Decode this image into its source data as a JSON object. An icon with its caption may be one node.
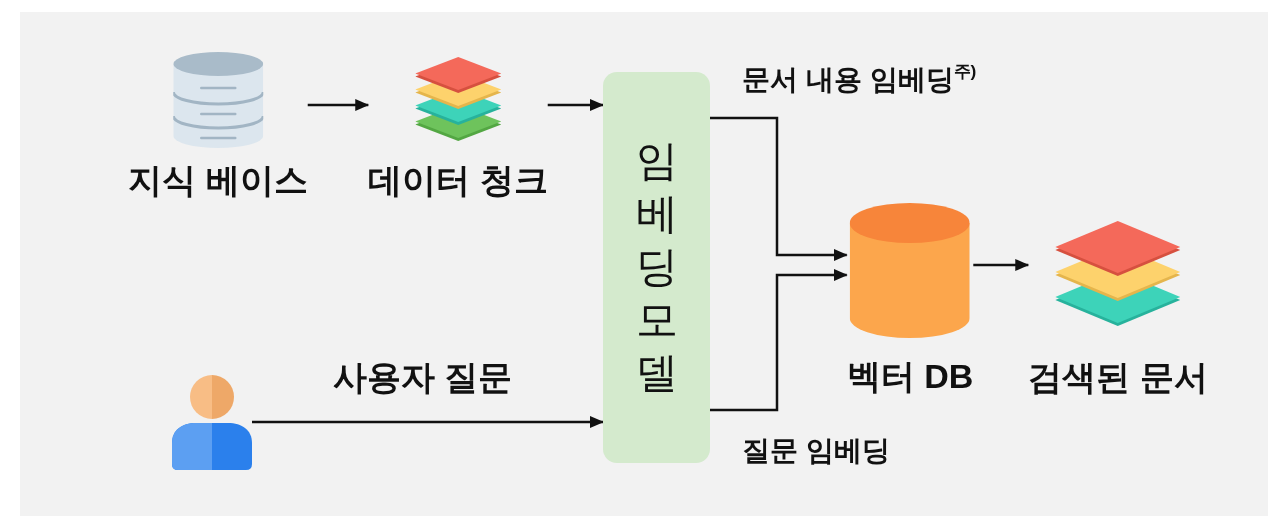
{
  "diagram": {
    "nodes": [
      {
        "text": [
          "지식 베이스"
        ]
      },
      {
        "text": [
          "데이터 청크"
        ]
      },
      {
        "text": [
          "임베딩 모델"
        ]
      },
      {
        "text": [
          "벡터 DB"
        ]
      },
      {
        "text": [
          "검색된 문서"
        ]
      },
      {
        "text": [],
        "shape": "person"
      }
    ],
    "edges": [
      {
        "from": 0,
        "to": 1,
        "arrow": "to"
      },
      {
        "from": 1,
        "to": 2,
        "arrow": "to"
      },
      {
        "from": 2,
        "to": 3,
        "arrow": "to",
        "label": "문서 내용 임베딩$^{주)}$"
      },
      {
        "from": 5,
        "to": 2,
        "arrow": "to",
        "label": "사용자 질문"
      },
      {
        "from": 2,
        "to": 3,
        "arrow": "to",
        "label": "질문 임베딩"
      },
      {
        "from": 3,
        "to": 4,
        "arrow": "to"
      }
    ]
  }
}
